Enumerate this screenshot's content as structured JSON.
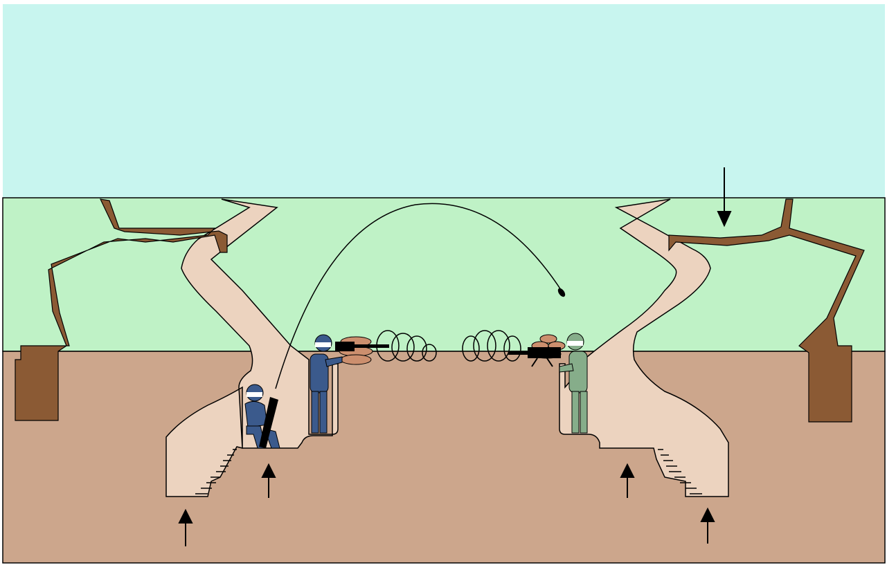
{
  "colors": {
    "sky": "#c8f5ef",
    "grass": "#bff2c6",
    "soil": "#cca68c",
    "trench_wall": "#ecd3bf",
    "tree": "#8b5a34",
    "outline": "#000000",
    "soldier_left": "#3b5a8c",
    "soldier_right": "#86ad8a",
    "helmet_band": "#ffffff",
    "sandbag": "#cc8f6e",
    "wire": "#000000"
  },
  "elements": {
    "left_soldiers": 2,
    "right_soldiers": 1,
    "arrows_up": 4,
    "arrows_down": 1
  }
}
